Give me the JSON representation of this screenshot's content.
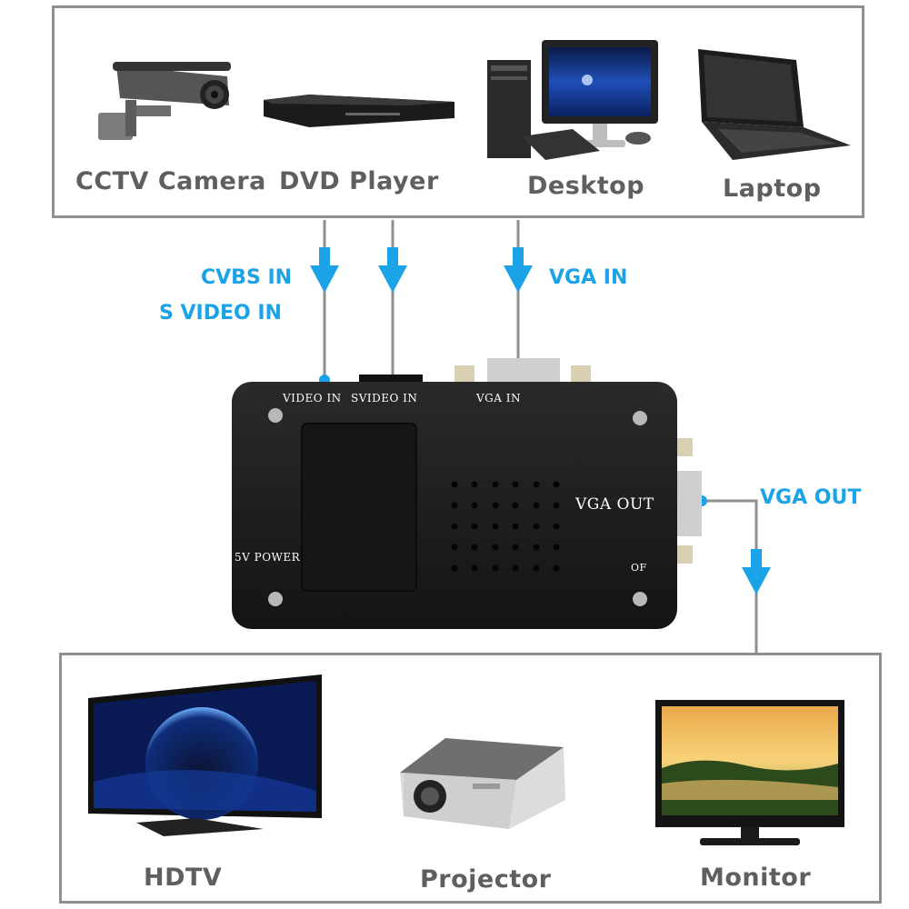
{
  "sources": [
    {
      "label": "CCTV Camera"
    },
    {
      "label": "DVD Player"
    },
    {
      "label": "Desktop"
    },
    {
      "label": "Laptop"
    }
  ],
  "inputs": {
    "cvbs": "CVBS IN",
    "svideo": "S VIDEO IN",
    "vga": "VGA IN"
  },
  "output": {
    "vga": "VGA OUT"
  },
  "device": {
    "video_in": "VIDEO IN",
    "svideo_in": "SVIDEO IN",
    "vga_in": "VGA  IN",
    "vga_out": "VGA OUT",
    "power": "5V POWER",
    "switch": "OF"
  },
  "displays": [
    {
      "label": "HDTV"
    },
    {
      "label": "Projector"
    },
    {
      "label": "Monitor"
    }
  ],
  "colors": {
    "accent_blue": "#1aa3e6",
    "frame_gray": "#8f8f8f",
    "label_gray": "#5f5f5f",
    "device_black": "#1c1c1c"
  }
}
